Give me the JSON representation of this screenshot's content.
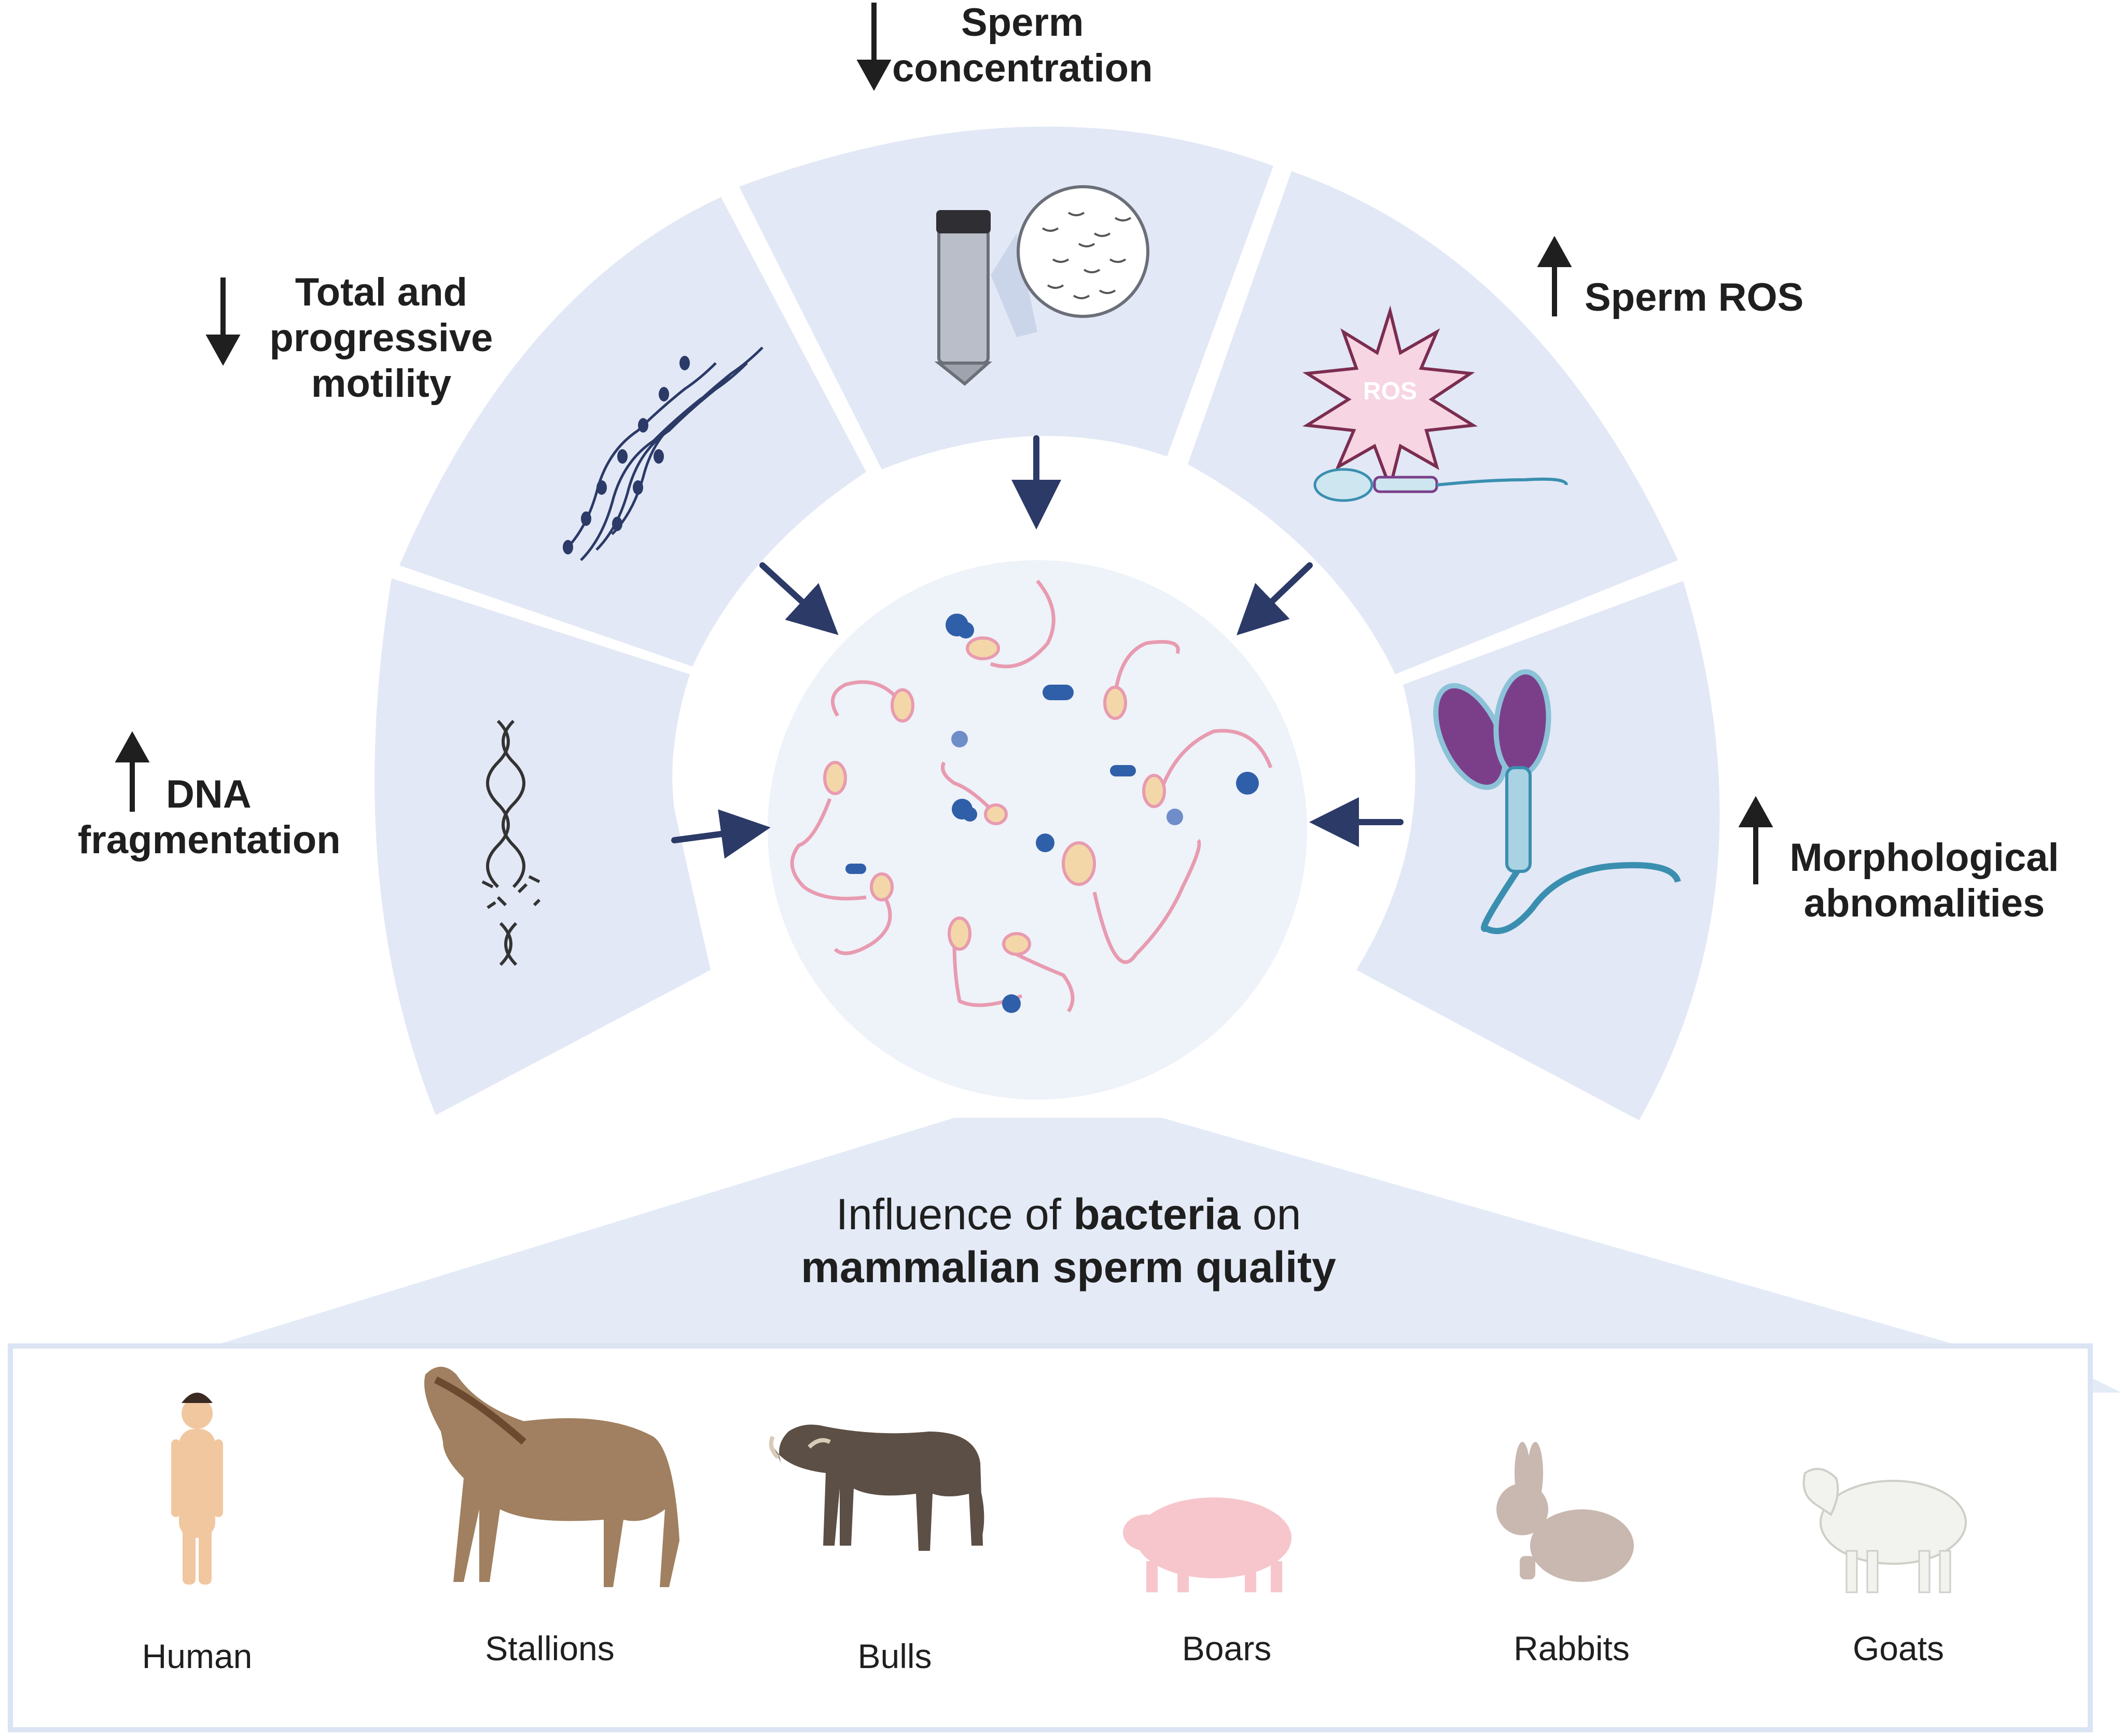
{
  "colors": {
    "segment": "#e2e8f5",
    "center": "#eef2f9",
    "arrow_dark": "#2b3a67",
    "label_arrow": "#1f1f1f",
    "sperm_pink": "#e89bb0",
    "bacteria_blue": "#2f5fa8",
    "ros_pink": "#f7d5e2",
    "morph_purple": "#7b3f8a",
    "morph_blue": "#8cc2d8"
  },
  "labels": {
    "concentration": [
      "Sperm",
      "concentration"
    ],
    "motility": [
      "Total and",
      "progressive",
      "motility"
    ],
    "ros": "Sperm ROS",
    "ros_tag": "ROS",
    "dna": [
      "DNA",
      "fragmentation"
    ],
    "morphology": [
      "Morphological",
      "abnomalities"
    ]
  },
  "indicators": {
    "concentration": "down",
    "motility": "down",
    "ros": "up",
    "dna": "up",
    "morphology": "up"
  },
  "title": {
    "part1": "Influence of ",
    "bold1": "bacteria",
    "part2": " on",
    "bold2": "mammalian sperm quality"
  },
  "animals": [
    {
      "name": "Human",
      "icon": "human-icon"
    },
    {
      "name": "Stallions",
      "icon": "horse-icon"
    },
    {
      "name": "Bulls",
      "icon": "bull-icon"
    },
    {
      "name": "Boars",
      "icon": "pig-icon"
    },
    {
      "name": "Rabbits",
      "icon": "rabbit-icon"
    },
    {
      "name": "Goats",
      "icon": "goat-icon"
    }
  ]
}
